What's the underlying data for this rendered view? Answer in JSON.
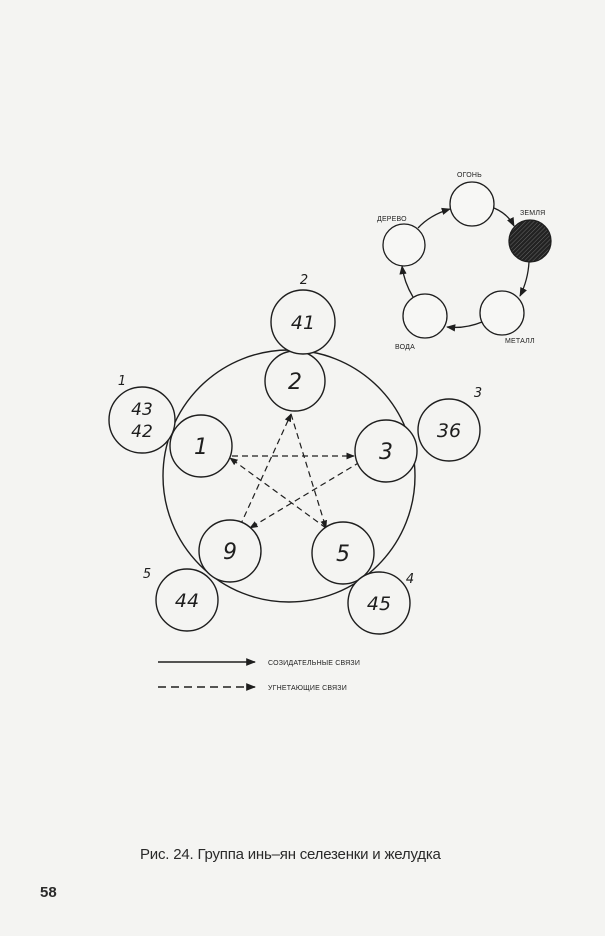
{
  "small_cycle": {
    "elements": [
      {
        "id": "fire",
        "label": "ОГОНЬ",
        "filled": false
      },
      {
        "id": "earth",
        "label": "ЗЕМЛЯ",
        "filled": true
      },
      {
        "id": "metal",
        "label": "МЕТАЛЛ",
        "filled": false
      },
      {
        "id": "water",
        "label": "ВОДА",
        "filled": false
      },
      {
        "id": "wood",
        "label": "ДЕРЕВО",
        "filled": false
      }
    ]
  },
  "main_diagram": {
    "inner_nodes": [
      {
        "id": "n1",
        "label": "1"
      },
      {
        "id": "n2",
        "label": "2"
      },
      {
        "id": "n3",
        "label": "3"
      },
      {
        "id": "n5",
        "label": "5"
      },
      {
        "id": "n9",
        "label": "9"
      }
    ],
    "outer_nodes": [
      {
        "id": "o1",
        "lines": [
          "43",
          "42"
        ],
        "tag": "1"
      },
      {
        "id": "o2",
        "lines": [
          "41"
        ],
        "tag": "2"
      },
      {
        "id": "o3",
        "lines": [
          "36"
        ],
        "tag": "3"
      },
      {
        "id": "o4",
        "lines": [
          "45"
        ],
        "tag": "4"
      },
      {
        "id": "o5",
        "lines": [
          "44"
        ],
        "tag": "5"
      }
    ]
  },
  "legend": {
    "solid_label": "СОЗИДАТЕЛЬНЫЕ СВЯЗИ",
    "dashed_label": "УГНЕТАЮЩИЕ СВЯЗИ"
  },
  "caption": "Рис. 24. Группа инь–ян селезенки и желудка",
  "page_number": "58"
}
